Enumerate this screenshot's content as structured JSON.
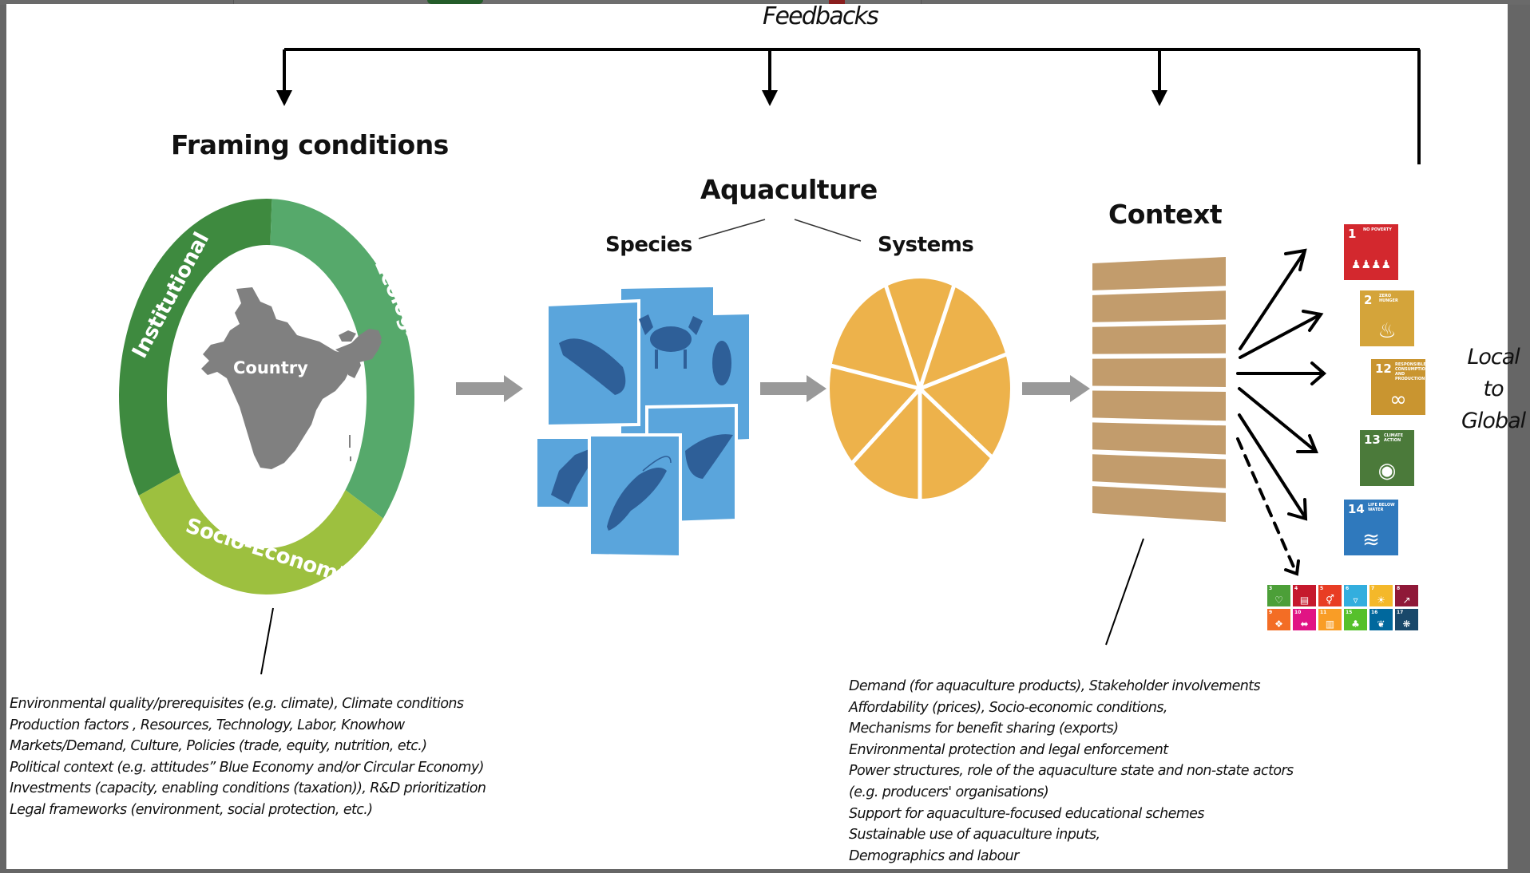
{
  "diagram": {
    "feedbacks_label": "Feedbacks",
    "framing": {
      "title": "Framing conditions",
      "segments": [
        {
          "label": "Institutional",
          "color": "#3e8a3f"
        },
        {
          "label": "Ecological",
          "color": "#56a96b"
        },
        {
          "label": "Socio-Economic",
          "color": "#9dc03f"
        }
      ],
      "center_label": "Country",
      "map_icon": "india-map-icon",
      "map_color": "#808080",
      "details": [
        "Environmental quality/prerequisites (e.g. climate), Climate conditions",
        "Production factors , Resources, Technology, Labor, Knowhow",
        "Markets/Demand, Culture, Policies (trade, equity, nutrition, etc.)",
        "Political context (e.g. attitudes” Blue Economy and/or Circular Economy)",
        "Investments (capacity, enabling conditions (taxation)), R&D prioritization",
        "Legal frameworks (environment, social protection, etc.)"
      ]
    },
    "aquaculture": {
      "title": "Aquaculture",
      "species_label": "Species",
      "systems_label": "Systems",
      "species_cards": [
        "fish-icon",
        "crab-icon",
        "shark-icon",
        "fish-icon",
        "shrimp-icon",
        "fish-icon"
      ],
      "card_color": "#5aa5dc",
      "silhouette_color": "#2e5f98",
      "systems_segments": 7,
      "systems_color": "#edb24b"
    },
    "context": {
      "title": "Context",
      "layers": 8,
      "layer_color": "#c29c6c",
      "details": [
        "Demand (for aquaculture products), Stakeholder involvements",
        "Affordability (prices), Socio-economic conditions,",
        "Mechanisms for benefit sharing (exports)",
        "Environmental protection and legal enforcement",
        "Power structures, role of the aquaculture state and non-state actors",
        "(e.g. producers' organisations)",
        "Support for aquaculture-focused educational schemes",
        "Sustainable use of aquaculture inputs,",
        "Demographics and labour"
      ]
    },
    "sdgs": {
      "highlighted": [
        {
          "number": "1",
          "name": "NO POVERTY",
          "color": "#d3282e",
          "icon": "family-icon",
          "glyph": "♟♟♟♟"
        },
        {
          "number": "2",
          "name": "ZERO HUNGER",
          "color": "#d4a43a",
          "icon": "bowl-icon",
          "glyph": "♨"
        },
        {
          "number": "12",
          "name": "RESPONSIBLE CONSUMPTION AND PRODUCTION",
          "color": "#c99530",
          "icon": "infinity-icon",
          "glyph": "∞"
        },
        {
          "number": "13",
          "name": "CLIMATE ACTION",
          "color": "#4b7a3a",
          "icon": "eye-globe-icon",
          "glyph": "◉"
        },
        {
          "number": "14",
          "name": "LIFE BELOW WATER",
          "color": "#2f79bd",
          "icon": "fish-icon",
          "glyph": "≋"
        }
      ],
      "others": [
        {
          "number": "3",
          "color": "#4c9f38",
          "glyph": "♡"
        },
        {
          "number": "4",
          "color": "#c5192d",
          "glyph": "▤"
        },
        {
          "number": "5",
          "color": "#e83d24",
          "glyph": "⚥"
        },
        {
          "number": "6",
          "color": "#33aede",
          "glyph": "▿"
        },
        {
          "number": "7",
          "color": "#f4b82a",
          "glyph": "☀"
        },
        {
          "number": "8",
          "color": "#8f1838",
          "glyph": "↗"
        },
        {
          "number": "9",
          "color": "#f36d25",
          "glyph": "❖"
        },
        {
          "number": "10",
          "color": "#e11484",
          "glyph": "⬌"
        },
        {
          "number": "11",
          "color": "#f99d26",
          "glyph": "▥"
        },
        {
          "number": "15",
          "color": "#56c02b",
          "glyph": "♣"
        },
        {
          "number": "16",
          "color": "#00689d",
          "glyph": "❦"
        },
        {
          "number": "17",
          "color": "#19486a",
          "glyph": "❋"
        }
      ]
    },
    "scale_label": [
      "Local",
      "to",
      "Global"
    ]
  }
}
